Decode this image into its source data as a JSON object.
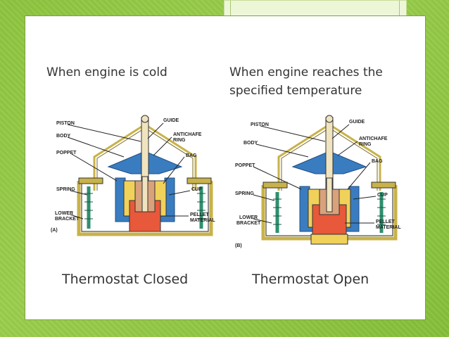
{
  "left": {
    "heading": "When engine is cold",
    "caption": "Thermostat Closed",
    "figure_tag": "(A)"
  },
  "right": {
    "heading_line1": "When engine reaches the",
    "heading_line2": "specified temperature",
    "caption": "Thermostat Open",
    "figure_tag": "(B)"
  },
  "callouts": {
    "piston": "PISTON",
    "guide": "GUIDE",
    "body": "BODY",
    "antichafe_1": "ANTICHAFE",
    "antichafe_2": "RING",
    "bag": "BAG",
    "poppet": "POPPET",
    "spring": "SPRING",
    "cup": "CUP",
    "lower_1": "LOWER",
    "lower_2": "BRACKET",
    "pellet_1": "PELLET",
    "pellet_2": "MATERIAL"
  },
  "colors": {
    "background_green": "#8dc63f",
    "slide_border": "#7f9f4a",
    "brass": "#c8b24a",
    "diaphragm_blue": "#3a7cc0",
    "spring_green": "#2f8f6f",
    "pellet_red": "#e8583a",
    "cup_yellow": "#f0d25a"
  }
}
